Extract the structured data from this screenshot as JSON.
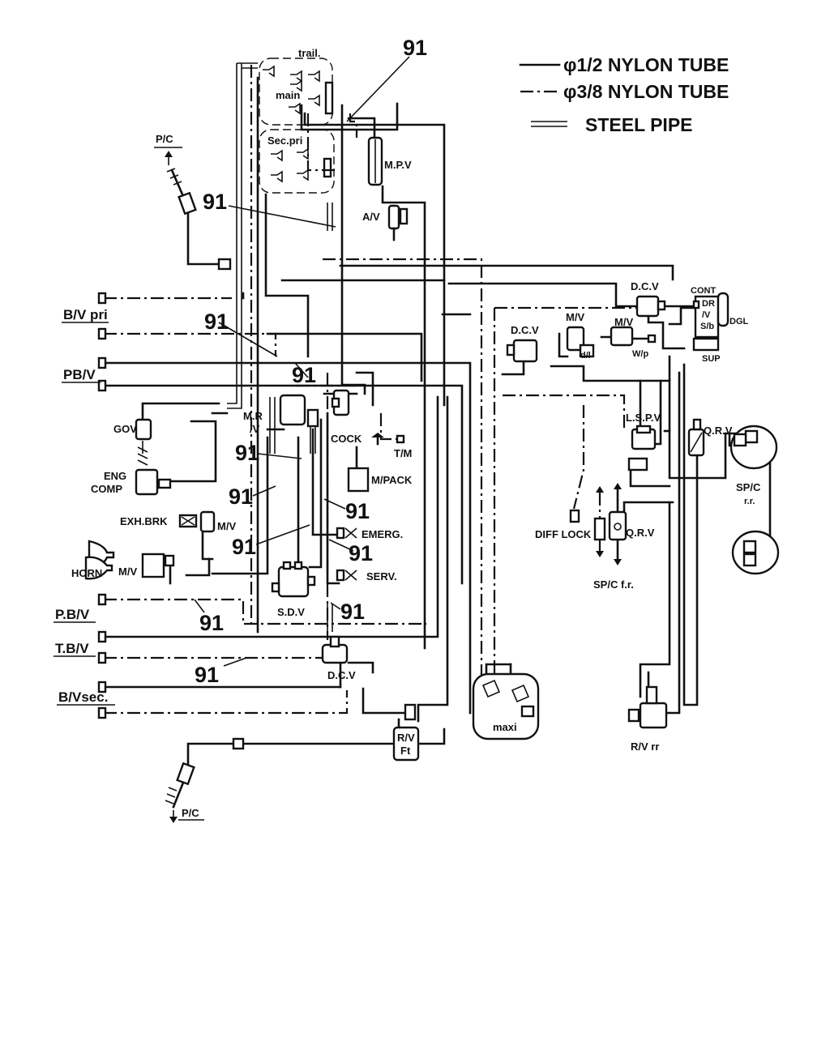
{
  "legend": [
    {
      "line_style": "solid",
      "label": "φ1/2  NYLON TUBE"
    },
    {
      "line_style": "dash-dot",
      "label": "φ3/8  NYLON TUBE"
    },
    {
      "line_style": "double",
      "label": "STEEL  PIPE"
    }
  ],
  "callout_number": "91",
  "labels": {
    "trail": "trail.",
    "main": "main",
    "sec_pri": "Sec.pri",
    "mpv": "M.P.V",
    "av": "A/V",
    "pc_top": "P/C",
    "pc_bottom": "P/C",
    "bv_pri": "B/V pri",
    "pbv_upper": "PB/V",
    "pbv_lower": "P.B/V",
    "tbv": "T.B/V",
    "bv_sec": "B/Vsec.",
    "gov": "GOV",
    "eng_comp_1": "ENG",
    "eng_comp_2": "COMP",
    "exh_brk": "EXH.BRK",
    "mv": "M/V",
    "horn": "HORN",
    "mrv_1": "M.R",
    "mrv_2": "/V",
    "cock": "COCK",
    "tm": "T/M",
    "m_pack": "M/PACK",
    "emerg": "EMERG.",
    "serv": "SERV.",
    "sdv": "S.D.V",
    "dcv_bottom": "D.C.V",
    "rv_ft_1": "R/V",
    "rv_ft_2": "Ft",
    "maxi": "maxi",
    "dcv_mid": "D.C.V",
    "dcv_top": "D.C.V",
    "mv_dl": "M/V",
    "dl": "d/l",
    "mv_wp": "M/V",
    "wp": "W/p",
    "cont": "CONT",
    "dr": "DR",
    "v": "/V",
    "sb": "S/b",
    "dgl": "DGL",
    "sup": "SUP",
    "lspv": "L.S.P.V",
    "qrv_right": "Q.R.V",
    "spc_rr_1": "SP/C",
    "spc_rr_2": "r.r.",
    "diff_lock": "DIFF LOCK",
    "qrv_mid": "Q.R.V",
    "spc_fr": "SP/C f.r.",
    "rv_rr": "R/V rr"
  }
}
